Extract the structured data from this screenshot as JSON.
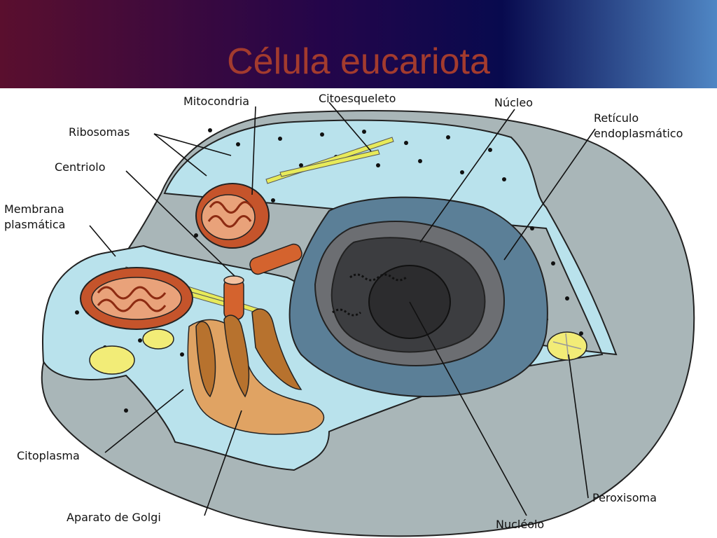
{
  "slide": {
    "title": "Célula eucariota"
  },
  "labels": {
    "mitocondria": "Mitocondria",
    "citoesqueleto": "Citoesqueleto",
    "nucleo": "Núcleo",
    "reticulo_1": "Retículo",
    "reticulo_2": "endoplasmático",
    "ribosomas": "Ribosomas",
    "centriolo": "Centriolo",
    "membrana_1": "Membrana",
    "membrana_2": "plasmática",
    "citoplasma": "Citoplasma",
    "golgi": "Aparato de Golgi",
    "nucleolo": "Nucléolo",
    "peroxisoma": "Peroxisoma"
  },
  "colors": {
    "header_left": "#5a0f2e",
    "header_right": "#4f86c4",
    "title": "#a33b2e",
    "cytoplasm": "#b9e2ec",
    "outer_cell": "#a9b6b8",
    "nucleus_outer": "#5c6f7d",
    "nucleus_inner": "#3c3d40",
    "nucleolus": "#2c2c2e",
    "mitochondria": "#c5542b",
    "golgi": "#e0a363",
    "peroxisome": "#f2ec77",
    "cytoskeleton": "#e7ea5a"
  }
}
